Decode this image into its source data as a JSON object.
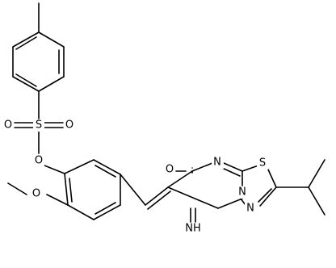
{
  "atoms": {
    "S1": "S",
    "O1": "O",
    "O2": "O",
    "O3": "O",
    "O4": "O",
    "O5": "O",
    "N1": "N",
    "S2": "S",
    "N2": "N",
    "N3": "N",
    "NH": "NH"
  },
  "colors": {
    "bond": "#000000",
    "background": "#ffffff"
  }
}
